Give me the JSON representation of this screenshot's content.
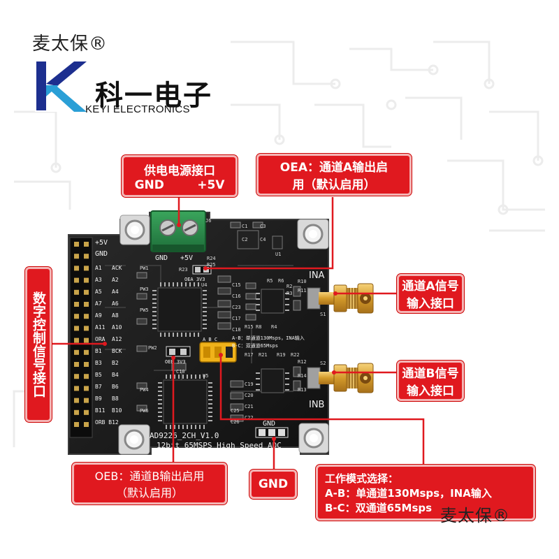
{
  "watermark": "麦太保®",
  "brand": {
    "name_cn": "科一电子",
    "name_en": "KEYI ELECTRONICS",
    "logo_letter": "K"
  },
  "callouts": {
    "power": {
      "line1": "供电电源接口",
      "line2": "GND        +5V"
    },
    "oea": {
      "line1": "OEA：通道A输出启",
      "line2": "用（默认启用）"
    },
    "digital": {
      "text": "数字控制信号接口"
    },
    "cha": {
      "line1": "通道A信号",
      "line2": "输入接口"
    },
    "chb": {
      "line1": "通道B信号",
      "line2": "输入接口"
    },
    "oeb": {
      "line1": "OEB：通道B输出启用",
      "line2": "（默认启用）"
    },
    "gnd": {
      "text": "GND"
    },
    "mode": {
      "line1": "工作模式选择：",
      "line2": "A-B：单通道130Msps，INA输入",
      "line3": "B-C：双通道65Msps"
    }
  },
  "board": {
    "title_line1": "AD9226_2CH_V1.0",
    "title_line2": "12bit_65MSPS    High_Speed_ADC",
    "plus5v": "+5V",
    "gnd": "GND",
    "gnd_bottom": "GND",
    "power_labels": {
      "gnd": "GND",
      "plus5v": "+5V"
    },
    "ina": "INA",
    "inb": "INB",
    "oea_label": "OEA  3V3",
    "oeb_label": "OEB  3V3",
    "mode_text1": "A-B：单通道130Msps，INA输入",
    "mode_text2": "B-C：双通道65Msps",
    "jumper_abc": "A  B  C",
    "pin_left": [
      "A1",
      "A3",
      "A5",
      "A7",
      "A9",
      "A11",
      "ORA",
      "B1",
      "B3",
      "B5",
      "B7",
      "B9",
      "B11",
      "ORB B12"
    ],
    "pin_right": [
      "ACK",
      "A2",
      "A4",
      "A6",
      "A8",
      "A10",
      "A12",
      "BCK",
      "B2",
      "B4",
      "B6",
      "B8",
      "B10"
    ],
    "designators": [
      "J6",
      "C1",
      "C2",
      "C3",
      "C4",
      "R24",
      "R25",
      "R23",
      "U1",
      "U4",
      "U5",
      "C15",
      "C16",
      "C23",
      "C17",
      "C18",
      "R2",
      "R3",
      "R5",
      "R6",
      "R10",
      "R11",
      "R15",
      "R8",
      "R4",
      "R17",
      "R21",
      "R19",
      "R22",
      "R12",
      "R14",
      "C10",
      "C19",
      "C20",
      "C21",
      "C22",
      "C25",
      "C26",
      "R13",
      "S1",
      "S2",
      "PW1",
      "PW2",
      "PW3",
      "PW4",
      "PW5",
      "PW6"
    ]
  }
}
